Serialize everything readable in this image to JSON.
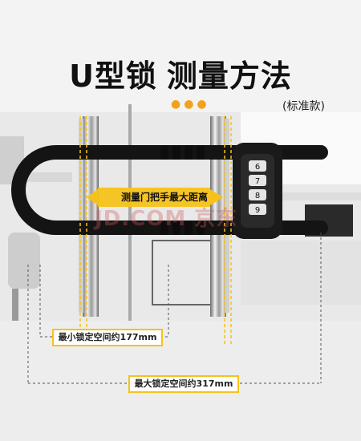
{
  "title": {
    "product": "U型锁",
    "highlight": "测量方法"
  },
  "subtitle": "(标准款)",
  "labels": {
    "measure_handle": "测量门把手最大距离",
    "min_space": "最小锁定空间约177mm",
    "max_space": "最大锁定空间约317mm"
  },
  "watermark": "JD.COM 京东",
  "colors": {
    "accent_yellow": "#f6c21a",
    "dots_orange": "#f3a11c",
    "lock_black": "#141414"
  },
  "icons": {
    "dial_lock": "combination-lock-icon"
  }
}
